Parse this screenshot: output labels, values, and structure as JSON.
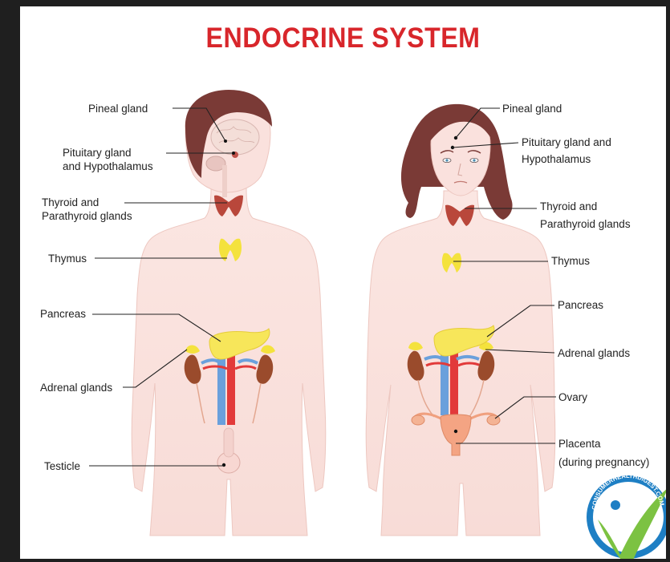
{
  "title": "ENDOCRINE SYSTEM",
  "male_labels": {
    "pineal": "Pineal gland",
    "pituitary_1": "Pituitary gland",
    "pituitary_2": "and Hypothalamus",
    "thyroid_1": "Thyroid and",
    "thyroid_2": "Parathyroid glands",
    "thymus": "Thymus",
    "pancreas": "Pancreas",
    "adrenal": "Adrenal glands",
    "testicle": "Testicle"
  },
  "female_labels": {
    "pineal": "Pineal gland",
    "pituitary_1": "Pituitary gland and",
    "pituitary_2": "Hypothalamus",
    "thyroid_1": "Thyroid and",
    "thyroid_2": "Parathyroid glands",
    "thymus": "Thymus",
    "pancreas": "Pancreas",
    "adrenal": "Adrenal glands",
    "ovary": "Ovary",
    "placenta_1": "Placenta",
    "placenta_2": "(during pregnancy)"
  },
  "watermark": "CONSUMERHEALTHDIGEST.COM",
  "colors": {
    "title": "#d8262b",
    "skin": "#fae1dd",
    "skin_outline": "#ecc3bc",
    "hair": "#7a3a36",
    "thyroid": "#b9473b",
    "gland_yellow": "#f6e44c",
    "kidney": "#9a4b2c",
    "artery": "#e23a3a",
    "vein": "#6aa0dc",
    "logo_blue": "#1e7fc4",
    "logo_green": "#7cc242"
  }
}
